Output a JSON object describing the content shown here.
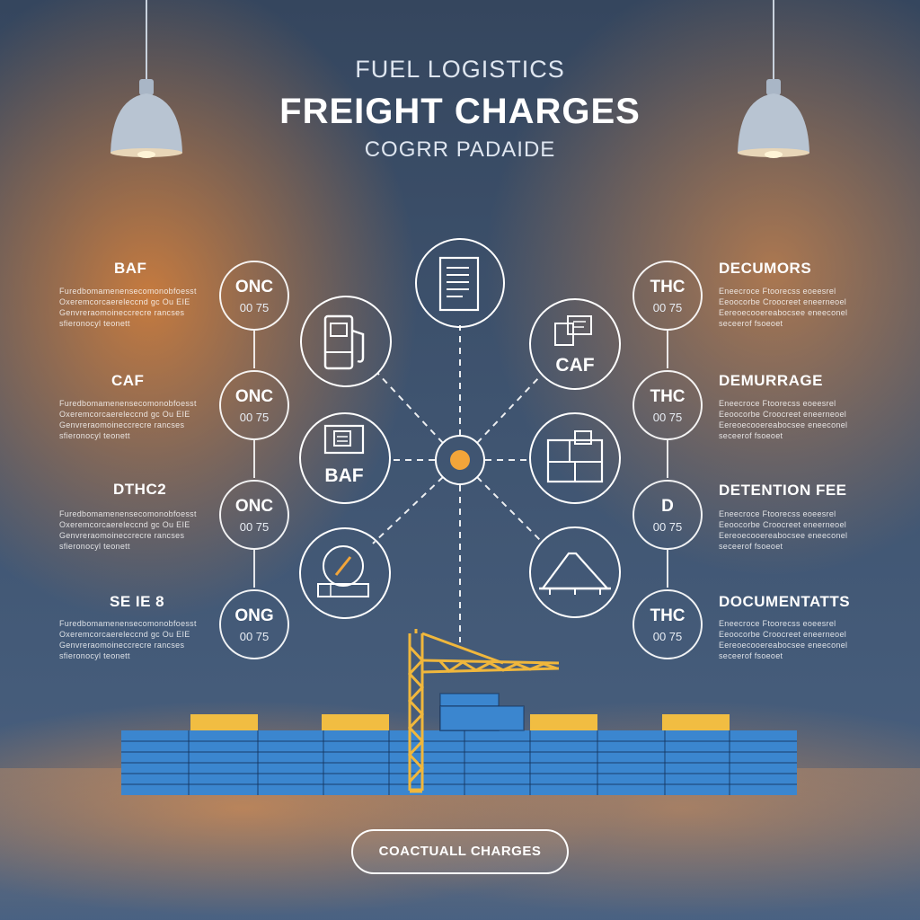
{
  "header": {
    "overline": "FUEL LOGISTICS",
    "title": "FREIGHT CHARGES",
    "subtitle": "COGRR PADAIDE"
  },
  "left_items": [
    {
      "title": "BAF",
      "desc": "Furedbomamenensecomonobfoesst\nOxeremcorcaereleccnd gc Ou EIE\nGenvreraomoineccrecre rancses\nsfieronocyl teonett",
      "ring_code": "ONC",
      "ring_value": "00 75"
    },
    {
      "title": "CAF",
      "desc": "Furedbomamenensecomonobfoesst\nOxeremcorcaereleccnd gc Ou EIE\nGenvreraomoineccrecre rancses\nsfieronocyl teonett",
      "ring_code": "ONC",
      "ring_value": "00 75"
    },
    {
      "title": "DTHC2",
      "desc": "Furedbomamenensecomonobfoesst\nOxeremcorcaereleccnd gc Ou EIE\nGenvreraomoineccrecre rancses\nsfieronocyl teonett",
      "ring_code": "ONC",
      "ring_value": "00 75"
    },
    {
      "title": "SE IE 8",
      "desc": "Furedbomamenensecomonobfoesst\nOxeremcorcaereleccnd gc Ou EIE\nGenvreraomoineccrecre rancses\nsfieronocyl teonett",
      "ring_code": "ONG",
      "ring_value": "00 75"
    }
  ],
  "right_items": [
    {
      "title": "DECUMORS",
      "desc": "Eneecroce Ftoorecss eoeesrel\nEeoocorbe Croocreet eneerneoel\nEereoecooereabocsee eneeconel\nseceerof   fsoeoet",
      "ring_code": "THC",
      "ring_value": "00 75"
    },
    {
      "title": "DEMURRAGE",
      "desc": "Eneecroce Ftoorecss eoeesrel\nEeoocorbe Croocreet eneerneoel\nEereoecooereabocsee eneeconel\nseceerof   fsoeoet",
      "ring_code": "THC",
      "ring_value": "00 75"
    },
    {
      "title": "DETENTION FEE",
      "desc": "Eneecroce Ftoorecss eoeesrel\nEeoocorbe Croocreet eneerneoel\nEereoecooereabocsee eneeconel\nseceerof   fsoeoet",
      "ring_code": "D",
      "ring_value": "00 75"
    },
    {
      "title": "DOCUMENTATTS",
      "desc": "Eneecroce Ftoorecss eoeesrel\nEeoocorbe Croocreet eneerneoel\nEereoecooereabocsee eneeconel\nseceerof   fsoeoet",
      "ring_code": "THC",
      "ring_value": "00 75"
    }
  ],
  "hub_icons": [
    {
      "name": "document-icon",
      "label": ""
    },
    {
      "name": "fuel-pump-icon",
      "label": ""
    },
    {
      "name": "containers-icon",
      "label": "CAF"
    },
    {
      "name": "machine-icon",
      "label": "BAF"
    },
    {
      "name": "grid-box-icon",
      "label": ""
    },
    {
      "name": "compass-icon",
      "label": ""
    },
    {
      "name": "ramp-icon",
      "label": ""
    }
  ],
  "button": {
    "label": "COACTUALL CHARGES"
  },
  "colors": {
    "accent": "#f2a53a",
    "container_blue": "#3b86cf",
    "crane_yellow": "#f0b73c",
    "line": "#ffffff"
  }
}
